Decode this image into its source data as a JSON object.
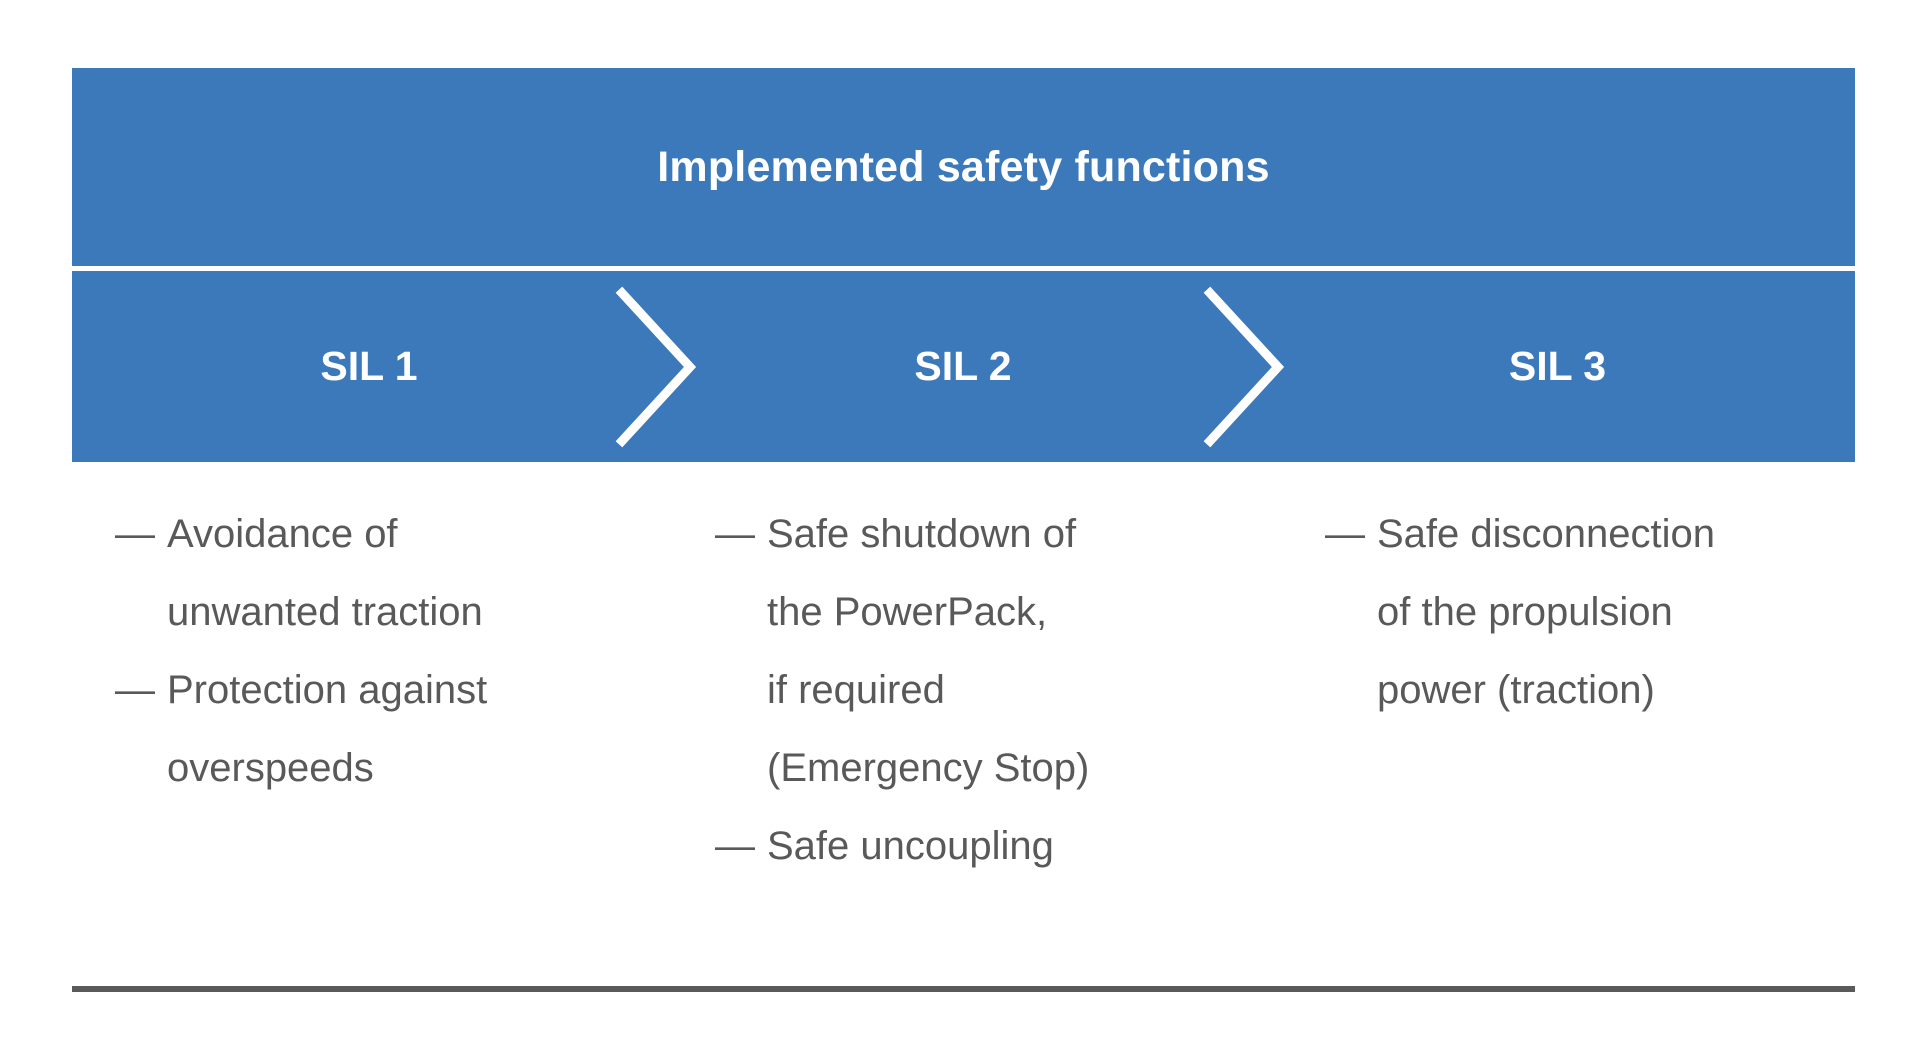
{
  "banner": {
    "title": "Implemented safety functions",
    "background_color": "#3b79ba",
    "title_color": "#ffffff",
    "divider_color": "#ffffff",
    "levels": [
      {
        "label": "SIL 1"
      },
      {
        "label": "SIL 2"
      },
      {
        "label": "SIL 3"
      }
    ],
    "separators": [
      {
        "icon": "chevron-right-icon"
      },
      {
        "icon": "chevron-right-icon"
      }
    ]
  },
  "columns": [
    {
      "level": "SIL 1",
      "bullet_marker": "—",
      "items": [
        "Avoidance of\nunwanted traction",
        "Protection against\noverspeeds"
      ]
    },
    {
      "level": "SIL 2",
      "bullet_marker": "—",
      "items": [
        "Safe shutdown of\nthe PowerPack,\nif required\n(Emergency Stop)",
        "Safe uncoupling"
      ]
    },
    {
      "level": "SIL 3",
      "bullet_marker": "—",
      "items": [
        "Safe disconnection\nof the propulsion\npower (traction)"
      ]
    }
  ],
  "footer": {
    "rule_color": "#5a5a5a"
  },
  "text_color": "#595959"
}
